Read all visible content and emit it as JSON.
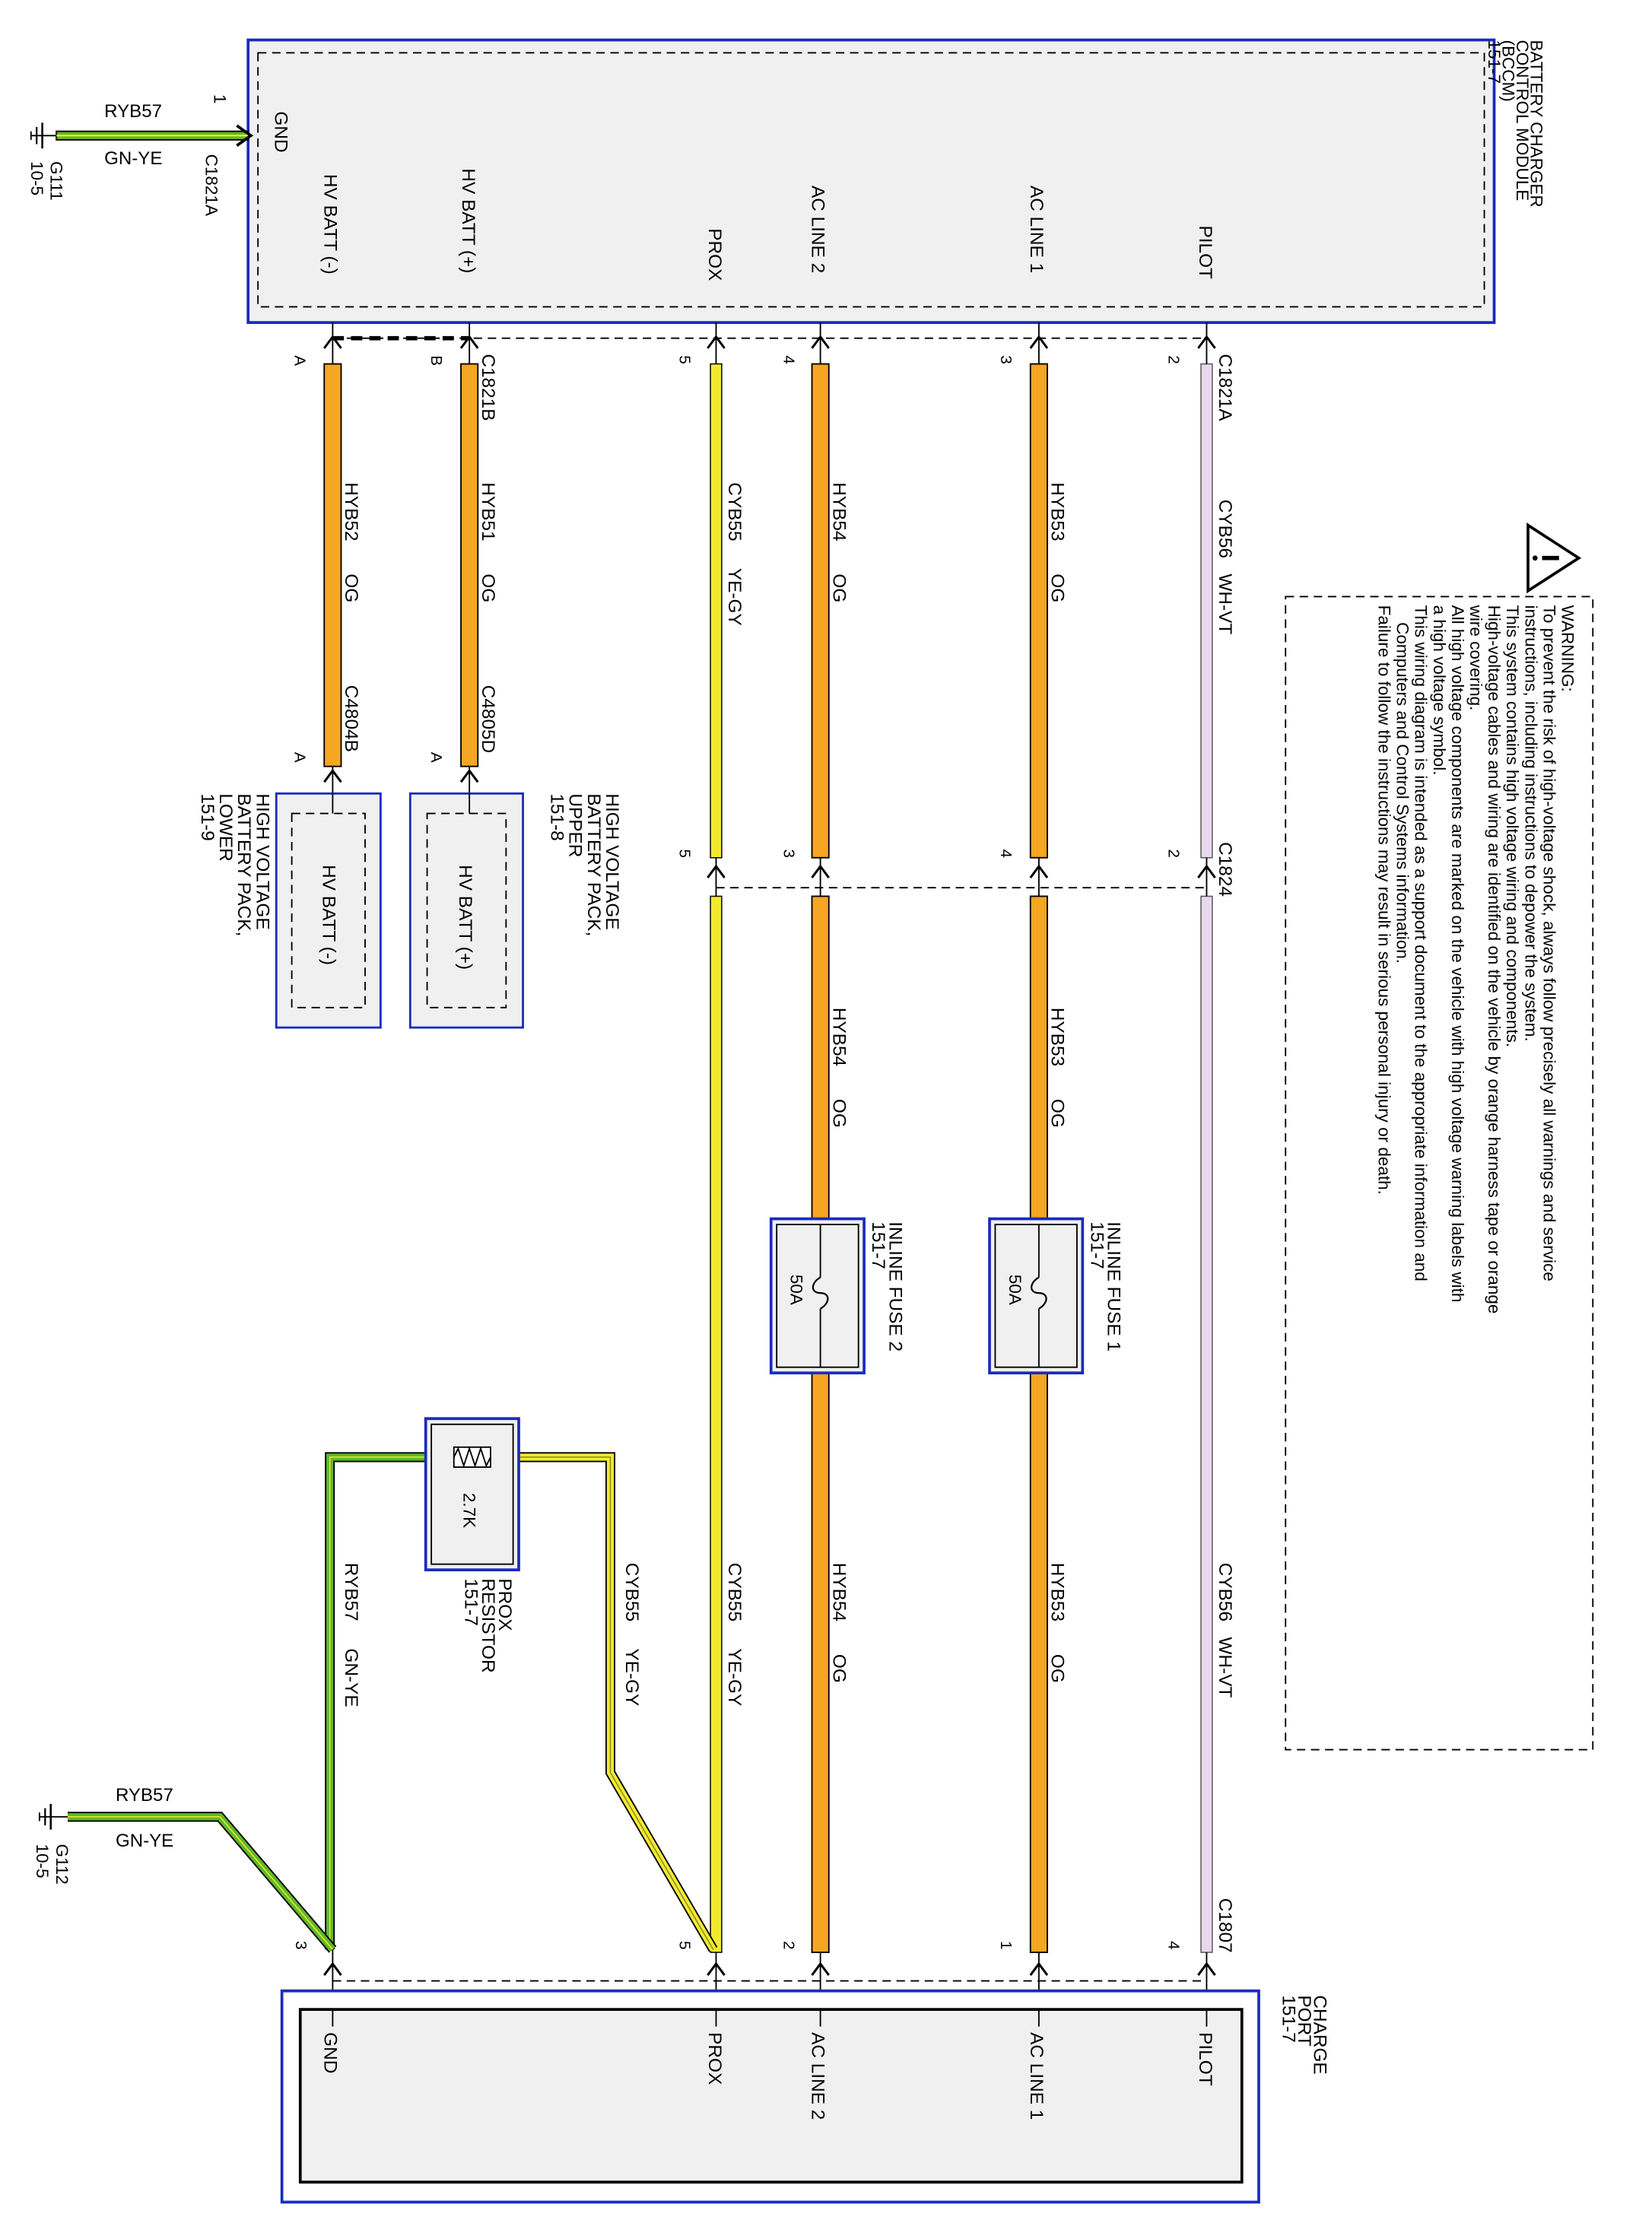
{
  "bccm": {
    "title_lines": [
      "BATTERY CHARGER",
      "CONTROL MODULE",
      "(BCCM)",
      "151-7"
    ],
    "pins": {
      "gnd": "GND",
      "hv_batt_neg": "HV BATT (-)",
      "hv_batt_pos": "HV BATT (+)",
      "prox": "PROX",
      "ac_line_2": "AC LINE 2",
      "ac_line_1": "AC LINE 1",
      "pilot": "PILOT"
    },
    "gnd_connector": "C1821A",
    "gnd_pin": "1"
  },
  "charge_port": {
    "title_lines": [
      "CHARGE",
      "PORT",
      "151-7"
    ],
    "pins": {
      "gnd": "GND",
      "prox": "PROX",
      "ac_line_2": "AC LINE 2",
      "ac_line_1": "AC LINE 1",
      "pilot": "PILOT"
    },
    "connector": "C1807"
  },
  "grounds": [
    {
      "wire": "RYB57",
      "color": "GN-YE",
      "id": "G111",
      "ref": "10-5"
    },
    {
      "wire": "RYB57",
      "color": "GN-YE",
      "id": "G112",
      "ref": "10-5"
    }
  ],
  "warning": {
    "title": "WARNING:",
    "lines": [
      "To prevent the risk of high-voltage shock, always follow precisely all warnings and service",
      "instructions, including instructions to depower the system.",
      "This system contains high voltage wiring and components.",
      "High-voltage cables and wiring are identified on the vehicle by orange harness tape or orange",
      "wire covering.",
      "All high voltage components are marked on the vehicle with high voltage warning labels with",
      "a high voltage symbol.",
      "This wiring diagram is intended as a support document to the appropriate information and",
      "Computers and Control Systems information.",
      "Failure to follow the instructions may result in serious personal injury or death."
    ]
  },
  "connectors": {
    "c1821a": "C1821A",
    "c1821b": "C1821B",
    "c1824": "C1824",
    "c1807": "C1807",
    "c4804b": "C4804B",
    "c4805d": "C4805D"
  },
  "circuits": {
    "pilot": {
      "wire": "CYB56",
      "color": "WH-VT",
      "hex": "#e8d8ee",
      "pin_top": "2",
      "pin_mid": "2",
      "pin_bottom": "4"
    },
    "ac_line_1": {
      "wire": "HYB53",
      "color": "OG",
      "hex": "#f5a623",
      "pin_top": "3",
      "pin_mid": "4",
      "pin_bottom": "1"
    },
    "ac_line_2": {
      "wire": "HYB54",
      "color": "OG",
      "hex": "#f5a623",
      "pin_top": "4",
      "pin_mid": "3",
      "pin_bottom": "2"
    },
    "prox": {
      "wire": "CYB55",
      "color": "YE-GY",
      "hex": "#f2ea2e",
      "pin_top": "5",
      "pin_mid": "5",
      "pin_bottom": "5"
    },
    "hv_pos": {
      "wire": "HYB51",
      "color": "OG",
      "hex": "#f5a623",
      "pin_top": "B",
      "pin_batt": "A"
    },
    "hv_neg": {
      "wire": "HYB52",
      "color": "OG",
      "hex": "#f5a623",
      "pin_top": "A",
      "pin_batt": "A"
    },
    "gnd_port": {
      "wire": "RYB57",
      "color": "GN-YE",
      "hex": "#5fb82a",
      "pin_bottom": "3"
    }
  },
  "fuses": [
    {
      "title_lines": [
        "INLINE FUSE 1",
        "151-7"
      ],
      "rating": "50A"
    },
    {
      "title_lines": [
        "INLINE FUSE 2",
        "151-7"
      ],
      "rating": "50A"
    }
  ],
  "resistor": {
    "title_lines": [
      "PROX",
      "RESISTOR",
      "151-7"
    ],
    "value": "2.7K"
  },
  "batteries": [
    {
      "label": "HV BATT (+)",
      "title_lines": [
        "HIGH VOLTAGE",
        "BATTERY PACK,",
        "UPPER",
        "151-8"
      ]
    },
    {
      "label": "HV BATT (-)",
      "title_lines": [
        "HIGH VOLTAGE",
        "BATTERY PACK,",
        "LOWER",
        "151-9"
      ]
    }
  ],
  "colors": {
    "module_border": "#1a2bbf",
    "module_fill": "#f0f0f0",
    "orange": "#f5a623",
    "yellow": "#f2ea2e",
    "green": "#5fb82a",
    "pilot": "#e8d8ee"
  }
}
